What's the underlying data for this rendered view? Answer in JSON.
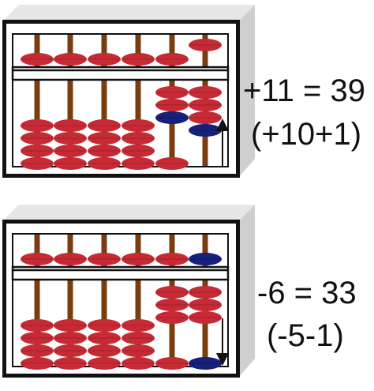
{
  "colors": {
    "bead_red": "#c62a35",
    "bead_red_dark": "#7e1019",
    "bead_blue": "#17207a",
    "rod": "#7a3d10",
    "frame": "#111111",
    "box_side": "#cfcfcf",
    "box_top": "#e7e7e7"
  },
  "abacus_top": {
    "name": "before-after-add-11",
    "equation": "+11 = 39",
    "breakdown": "(+10+1)",
    "arrow": "up",
    "rods": [
      {
        "heaven": "lower",
        "heaven_color": "red",
        "earth_up": 0,
        "earth_up_colors": []
      },
      {
        "heaven": "lower",
        "heaven_color": "red",
        "earth_up": 0,
        "earth_up_colors": []
      },
      {
        "heaven": "lower",
        "heaven_color": "red",
        "earth_up": 0,
        "earth_up_colors": []
      },
      {
        "heaven": "lower",
        "heaven_color": "red",
        "earth_up": 0,
        "earth_up_colors": []
      },
      {
        "heaven": "lower",
        "heaven_color": "red",
        "earth_up": 3,
        "earth_up_colors": [
          "red",
          "red",
          "blue"
        ]
      },
      {
        "heaven": "upper",
        "heaven_color": "red",
        "earth_up": 4,
        "earth_up_colors": [
          "red",
          "red",
          "red",
          "blue"
        ]
      }
    ]
  },
  "abacus_bottom": {
    "name": "before-after-subtract-6",
    "equation": "-6 = 33",
    "breakdown": "(-5-1)",
    "arrow": "down",
    "rods": [
      {
        "heaven": "lower",
        "heaven_color": "red",
        "earth_up": 0,
        "earth_up_colors": []
      },
      {
        "heaven": "lower",
        "heaven_color": "red",
        "earth_up": 0,
        "earth_up_colors": []
      },
      {
        "heaven": "lower",
        "heaven_color": "red",
        "earth_up": 0,
        "earth_up_colors": []
      },
      {
        "heaven": "lower",
        "heaven_color": "red",
        "earth_up": 0,
        "earth_up_colors": []
      },
      {
        "heaven": "lower",
        "heaven_color": "red",
        "earth_up": 3,
        "earth_up_colors": [
          "red",
          "red",
          "red"
        ]
      },
      {
        "heaven": "lower",
        "heaven_color": "blue",
        "earth_up": 3,
        "earth_up_colors": [
          "red",
          "red",
          "red"
        ],
        "earth_down_colors": [
          "blue"
        ]
      }
    ]
  }
}
